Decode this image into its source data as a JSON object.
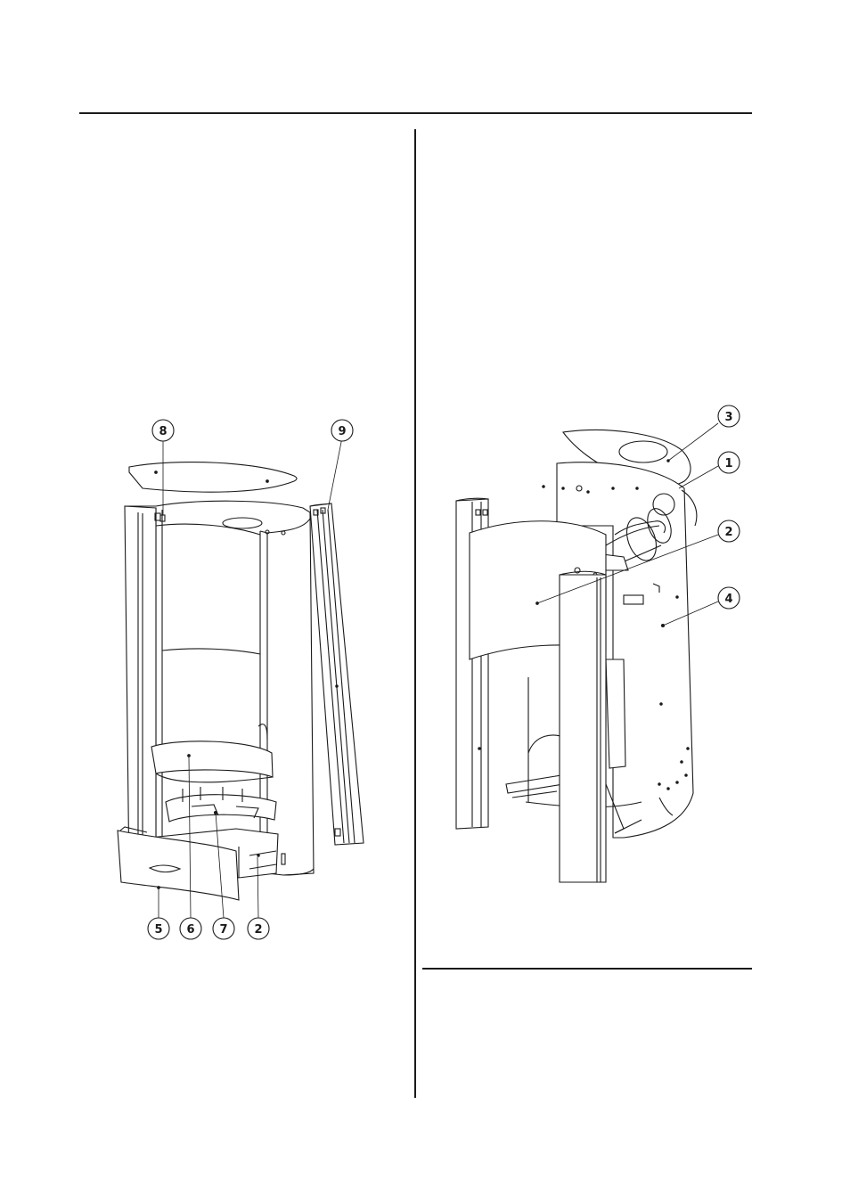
{
  "left_figure": {
    "callouts": [
      {
        "id": "callout-8",
        "label": "8"
      },
      {
        "id": "callout-9",
        "label": "9"
      },
      {
        "id": "callout-5",
        "label": "5"
      },
      {
        "id": "callout-6",
        "label": "6"
      },
      {
        "id": "callout-7",
        "label": "7"
      },
      {
        "id": "callout-2a",
        "label": "2"
      }
    ]
  },
  "right_figure": {
    "callouts": [
      {
        "id": "callout-3",
        "label": "3"
      },
      {
        "id": "callout-1",
        "label": "1"
      },
      {
        "id": "callout-2b",
        "label": "2"
      },
      {
        "id": "callout-4",
        "label": "4"
      }
    ]
  },
  "colors": {
    "line": "#1a1a1a",
    "panel_fill": "#ffffff"
  }
}
